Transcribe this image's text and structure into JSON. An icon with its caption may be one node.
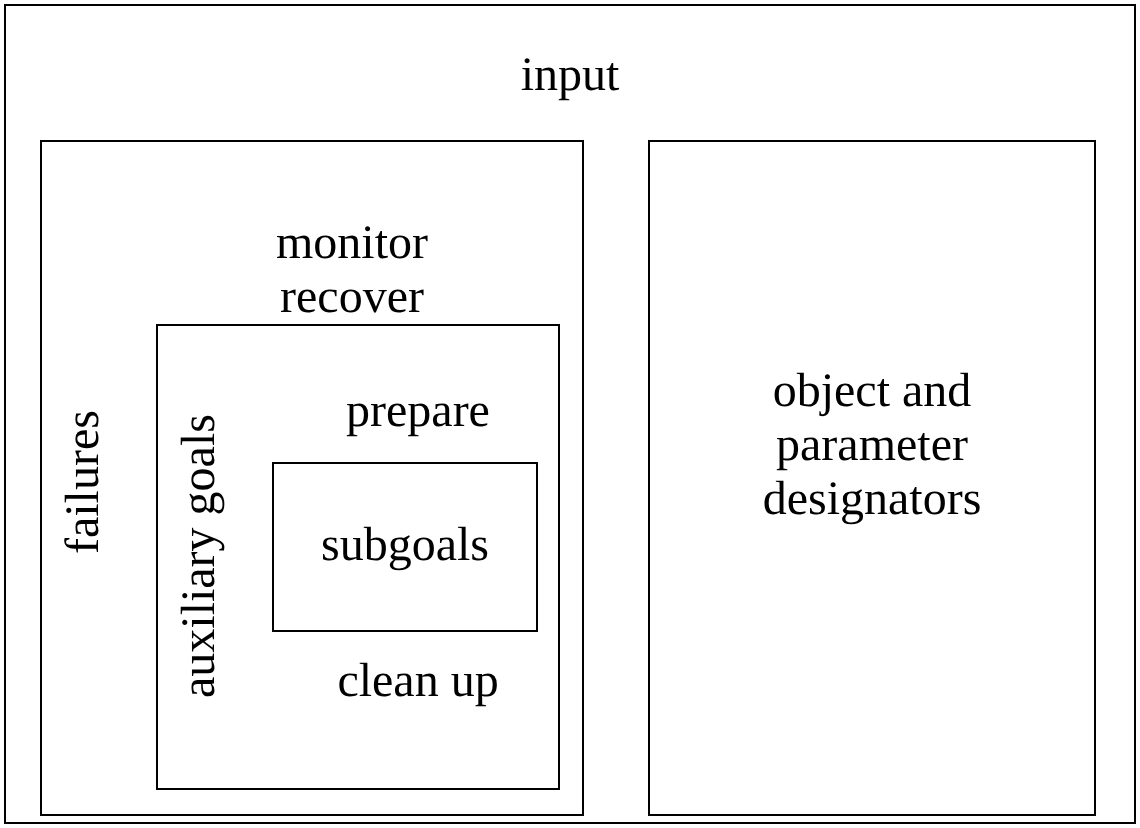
{
  "diagram": {
    "nodes": [
      {
        "text": [
          "input"
        ]
      },
      {
        "text": [
          "monitor recover",
          "failures"
        ],
        "in": 0
      },
      {
        "text": [
          "auxiliary goals",
          "prepare",
          "clean up"
        ],
        "in": 1
      },
      {
        "text": [
          "subgoals"
        ],
        "in": 2
      },
      {
        "text": [
          "object and parameter designators"
        ],
        "in": 0
      }
    ]
  }
}
